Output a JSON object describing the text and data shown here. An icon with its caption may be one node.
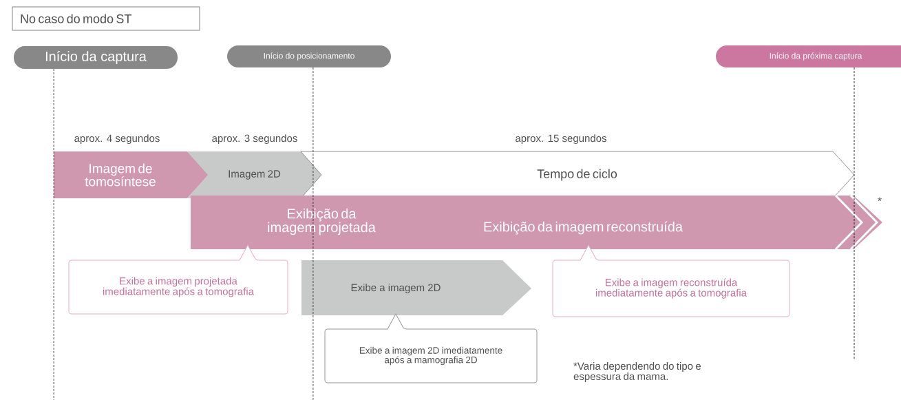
{
  "diagram": {
    "nodes": [
      {
        "text": [
          "No caso do modo ST"
        ]
      },
      {
        "text": [
          "Início da captura"
        ]
      },
      {
        "text": [
          "Início do posicionamento"
        ]
      },
      {
        "text": [
          "Início da próxima captura"
        ]
      },
      {
        "text": [
          "Imagem de tomosíntese"
        ],
        "beside": [
          "aprox. 4 segundos"
        ]
      },
      {
        "text": [
          "Imagem 2D"
        ],
        "beside": [
          "aprox. 3 segundos"
        ]
      },
      {
        "text": [
          "Tempo de ciclo"
        ],
        "beside": [
          "aprox. 15 segundos"
        ]
      },
      {
        "text": [
          "Exibição da imagem projetada",
          "Exibição da imagem reconstruída"
        ],
        "beside": [
          "*"
        ]
      },
      {
        "text": [
          "Exibe a imagem projetada imediatamente após a tomografia"
        ]
      },
      {
        "text": [
          "Exibe a imagem 2D"
        ]
      },
      {
        "text": [
          "Exibe a imagem 2D imediatamente após a mamografia 2D"
        ]
      },
      {
        "text": [
          "Exibe a imagem reconstruída imediatamente após a tomografia"
        ]
      }
    ],
    "edges": [
      {
        "from": 1,
        "to": null,
        "arrow": "none",
        "style": "dashed"
      },
      {
        "from": 2,
        "to": null,
        "arrow": "none",
        "style": "dashed"
      },
      {
        "from": 3,
        "to": null,
        "arrow": "none",
        "style": "dashed"
      }
    ],
    "labels": [
      "*Varia dependendo do tipo e espessura da mama."
    ]
  }
}
